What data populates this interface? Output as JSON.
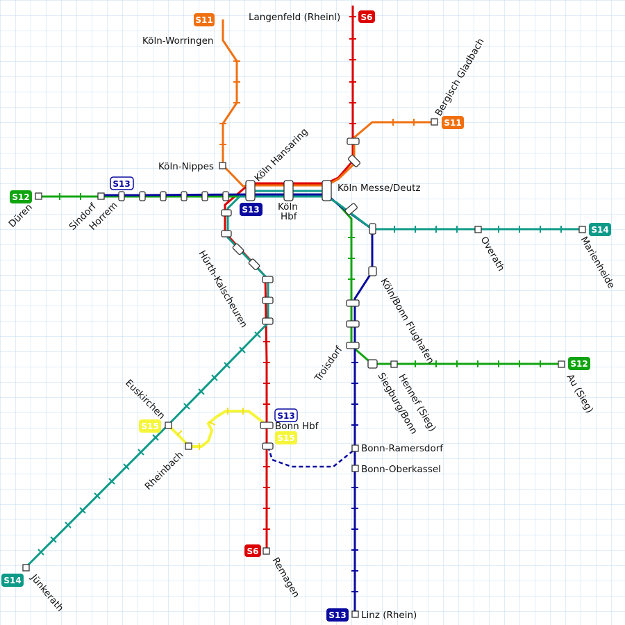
{
  "colors": {
    "S6": "#dd0000",
    "S11": "#f07010",
    "S12": "#11a411",
    "S13": "#0a0aa0",
    "S14": "#0e9a88",
    "S15": "#f5f53a"
  },
  "badges": {
    "s11_top": "S11",
    "s6_top": "S6",
    "s11_bergisch": "S11",
    "s12_dueren": "S12",
    "s13_horrem": "S13",
    "s13_koeln": "S13",
    "s14_marienheide": "S14",
    "s12_au": "S12",
    "s15_euskirchen": "S15",
    "s13_bonn": "S13",
    "s15_bonn": "S15",
    "s6_remagen": "S6",
    "s14_juenkerath": "S14",
    "s13_linz": "S13"
  },
  "stations": {
    "langenfeld": "Langenfeld (Rheinl)",
    "worringen": "Köln-Worringen",
    "bergisch": "Bergisch Gladbach",
    "nippes": "Köln-Nippes",
    "hansaring": "Köln Hansaring",
    "messe": "Köln Messe/Deutz",
    "hbf_line1": "Köln",
    "hbf_line2": "Hbf",
    "dueren": "Düren",
    "sindorf": "Sindorf",
    "horrem": "Horrem",
    "overath": "Overath",
    "marienheide": "Marienheide",
    "hurth": "Hürth-Kalscheuren",
    "flughafen": "Köln/Bonn Flughafen",
    "troisdorf": "Troisdorf",
    "siegburg": "Siegburg/Bonn",
    "hennef": "Hennef (Sieg)",
    "au": "Au (Sieg)",
    "euskirchen": "Euskirchen",
    "rheinbach": "Rheinbach",
    "bonnhbf": "Bonn Hbf",
    "ramersdorf": "Bonn-Ramersdorf",
    "oberkassel": "Bonn-Oberkassel",
    "remagen": "Remagen",
    "juenkerath": "Jünkerath",
    "linz": "Linz (Rhein)"
  }
}
